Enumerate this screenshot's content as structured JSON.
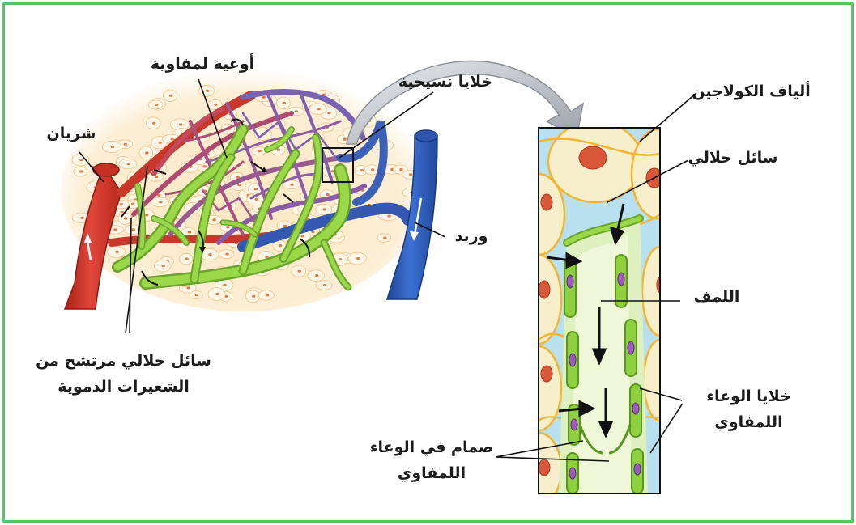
{
  "labels": {
    "lymph_vessels": "أوعية لمفاوية",
    "tissue_cells": "خلايا نسيجية",
    "collagen_fibers": "ألياف الكولاجين",
    "artery": "شريان",
    "interstitial_fluid": "سائل خلالي",
    "vein": "وريد",
    "lymph": "اللمف",
    "filtered_fluid": "سائل خلالي مرتشح من\nالشعيرات الدموية",
    "vessel_cells": "خلايا الوعاء\nاللمفاوي",
    "valve": "صمام في الوعاء\nاللمفاوي"
  },
  "colors": {
    "frame": "#5cbf6a",
    "artery": "#d43a2c",
    "vein": "#2e5fbf",
    "capillaries": "#8a5ca8",
    "lymph_vessel": "#8ccc3c",
    "fluid": "#b8e0ee",
    "tissue_cell": "#f7eecc",
    "nucleus": "#d9583a",
    "collagen": "#f2b632"
  }
}
